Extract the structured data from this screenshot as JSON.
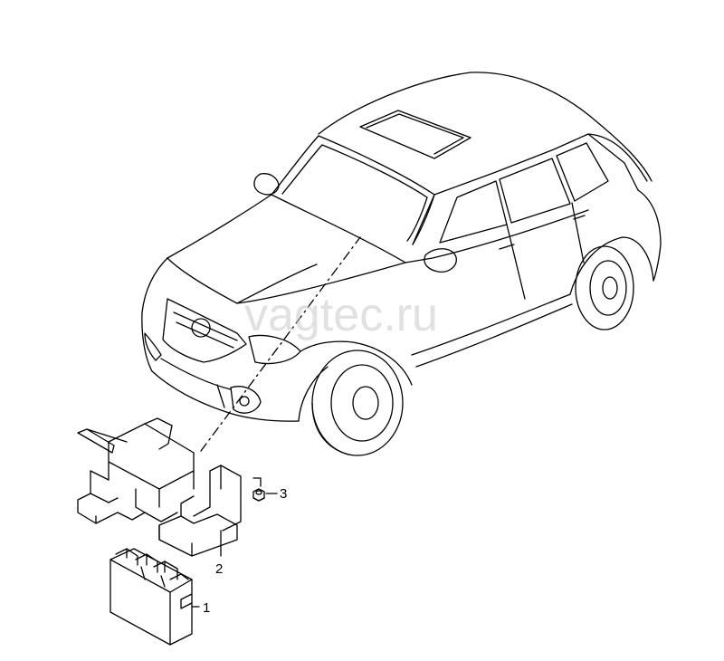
{
  "watermark": "vagtec.ru",
  "callouts": {
    "part_1": "1",
    "part_2": "2",
    "part_3": "3"
  },
  "colors": {
    "line": "#000000",
    "watermark": "#c9c9c9",
    "background": "#ffffff"
  }
}
